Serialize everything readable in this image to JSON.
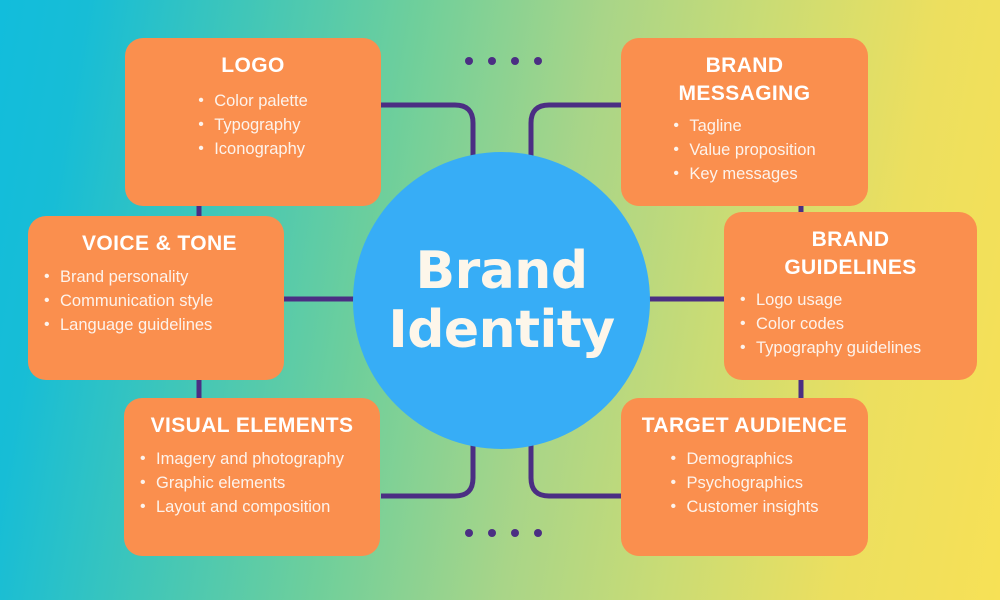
{
  "diagram": {
    "title": "Brand Identity",
    "center": {
      "line1": "Brand",
      "line2": "Identity"
    },
    "colors": {
      "card": "#FA8F4E",
      "circle": "#37ADF6",
      "connector": "#4B2E83",
      "card_text": "#FFFFFF",
      "center_text": "#FDF6EA",
      "background_start": "#12BDDC",
      "background_mid": "#A9D588",
      "background_end": "#F7E156"
    },
    "nodes": [
      {
        "id": "logo",
        "title": "LOGO",
        "items": [
          "Color palette",
          "Typography",
          "Iconography"
        ]
      },
      {
        "id": "brand-messaging",
        "title": "BRAND MESSAGING",
        "title_line1": "BRAND",
        "title_line2": "MESSAGING",
        "items": [
          "Tagline",
          "Value proposition",
          "Key messages"
        ]
      },
      {
        "id": "voice-tone",
        "title": "VOICE & TONE",
        "items": [
          "Brand personality",
          "Communication style",
          "Language guidelines"
        ]
      },
      {
        "id": "brand-guidelines",
        "title": "BRAND GUIDELINES",
        "title_line1": "BRAND",
        "title_line2": "GUIDELINES",
        "items": [
          "Logo usage",
          "Color codes",
          "Typography guidelines"
        ]
      },
      {
        "id": "visual-elements",
        "title": "VISUAL ELEMENTS",
        "items": [
          "Imagery and photography",
          "Graphic elements",
          "Layout and composition"
        ]
      },
      {
        "id": "target-audience",
        "title": "TARGET AUDIENCE",
        "items": [
          "Demographics",
          "Psychographics",
          "Customer insights"
        ]
      }
    ],
    "decorations": {
      "dot_count_top": 4,
      "dot_count_bottom": 4
    }
  }
}
